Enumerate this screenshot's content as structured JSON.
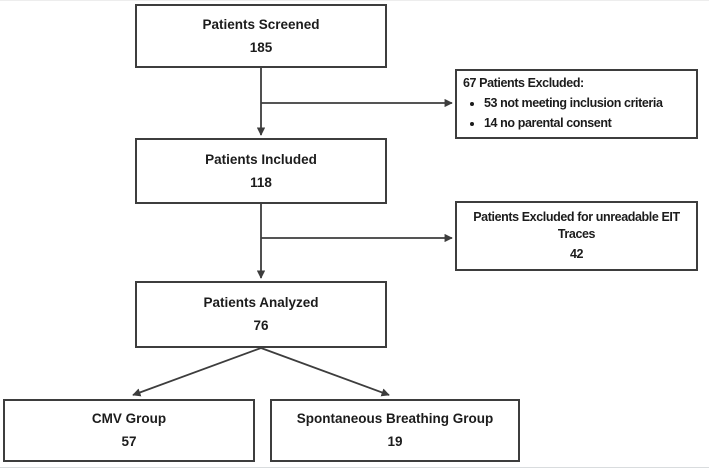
{
  "diagram": {
    "type": "patient-flow-chart",
    "colors": {
      "box_border": "#3d3d3d",
      "text": "#1c1c1c",
      "background": "#ffffff"
    },
    "boxes": {
      "screened": {
        "label": "Patients Screened",
        "value": "185"
      },
      "excluded_initial": {
        "title": "67 Patients Excluded:",
        "bullets": [
          "53 not meeting inclusion criteria",
          "14 no parental consent"
        ]
      },
      "included": {
        "label": "Patients Included",
        "value": "118"
      },
      "excluded_eit": {
        "label": "Patients Excluded for unreadable EIT Traces",
        "value": "42"
      },
      "analyzed": {
        "label": "Patients Analyzed",
        "value": "76"
      },
      "cmv": {
        "label": "CMV Group",
        "value": "57"
      },
      "spontaneous": {
        "label": "Spontaneous Breathing Group",
        "value": "19"
      }
    }
  }
}
